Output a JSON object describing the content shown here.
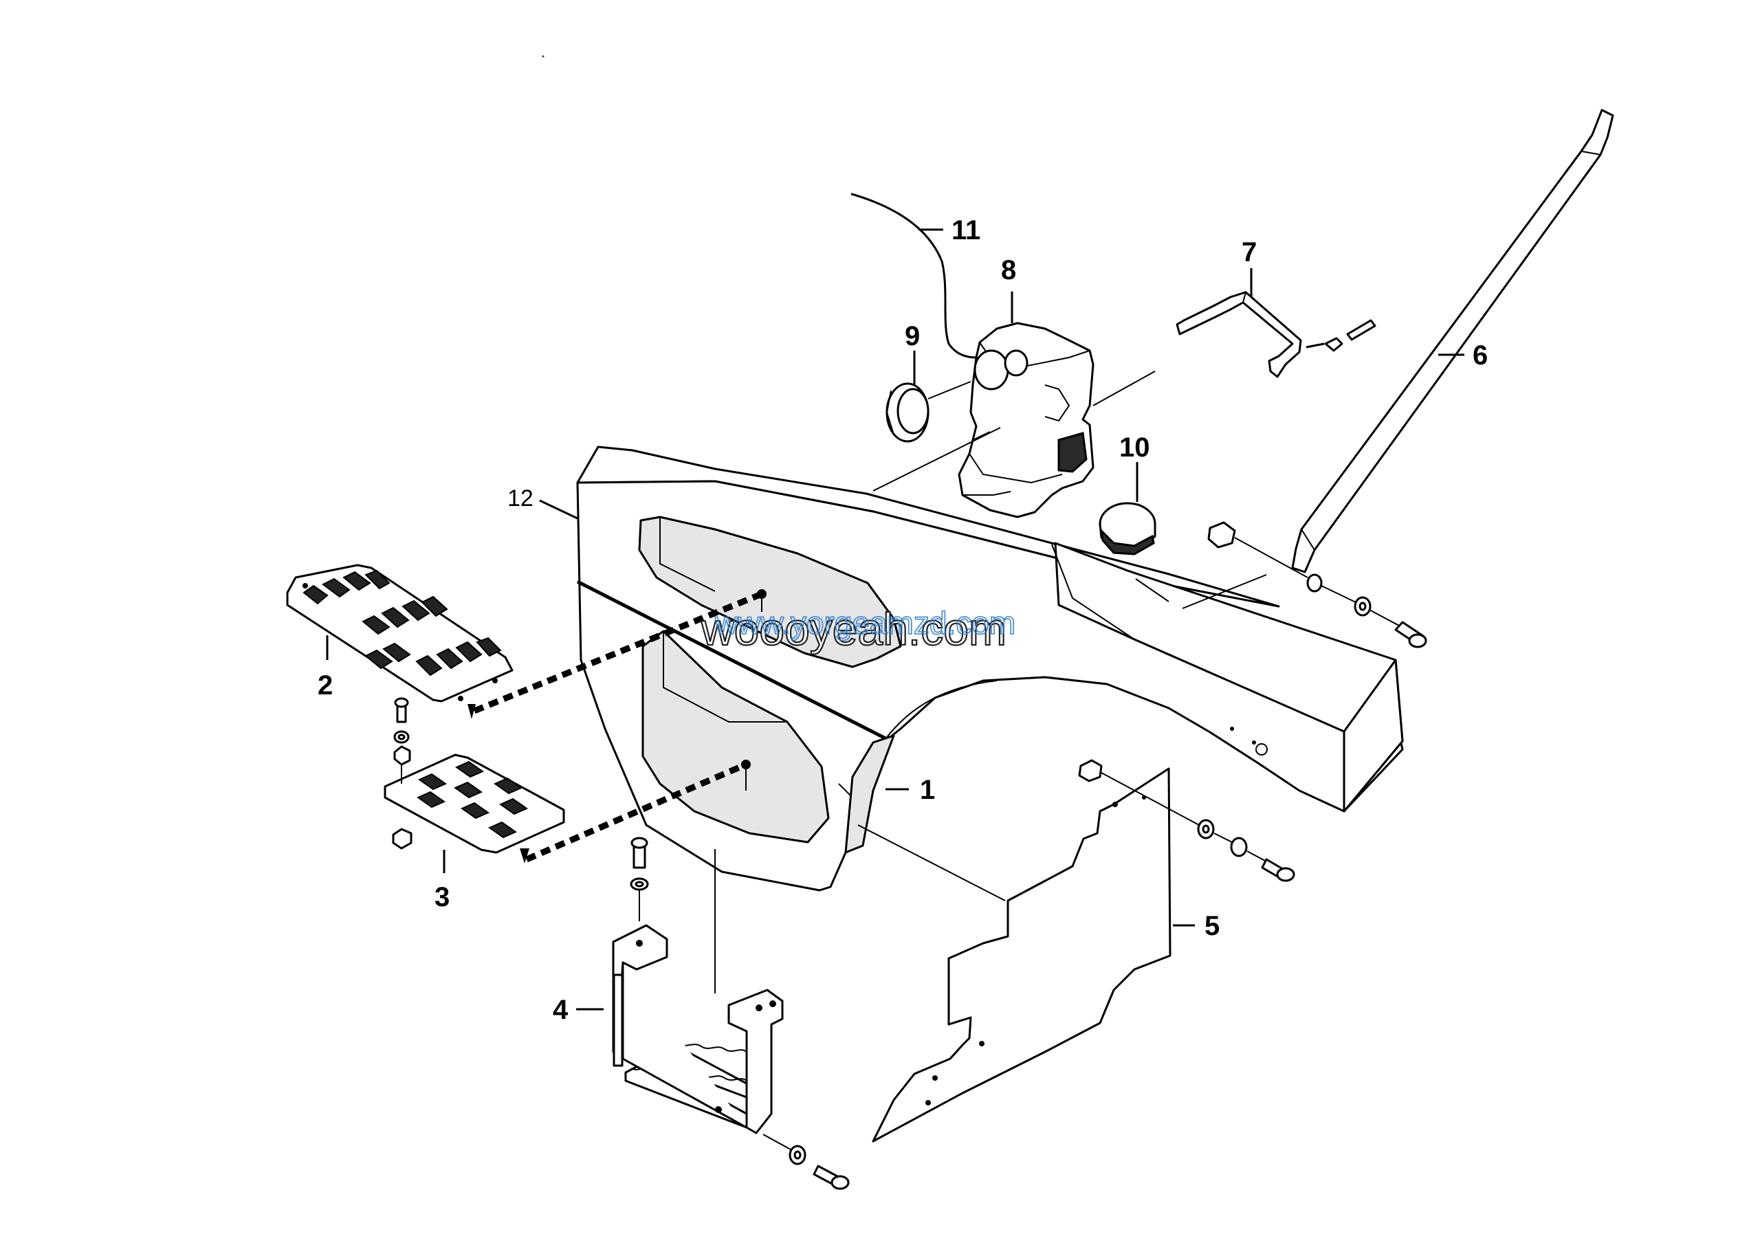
{
  "diagram": {
    "callouts": [
      {
        "id": "1",
        "label": "1"
      },
      {
        "id": "2",
        "label": "2"
      },
      {
        "id": "3",
        "label": "3"
      },
      {
        "id": "4",
        "label": "4"
      },
      {
        "id": "5",
        "label": "5"
      },
      {
        "id": "6",
        "label": "6"
      },
      {
        "id": "7",
        "label": "7"
      },
      {
        "id": "8",
        "label": "8"
      },
      {
        "id": "9",
        "label": "9"
      },
      {
        "id": "10",
        "label": "10"
      },
      {
        "id": "11",
        "label": "11"
      },
      {
        "id": "12",
        "label": "12"
      }
    ]
  },
  "watermark": {
    "text": "woooyeah.com",
    "overlay_text": "www.yorgeamzd.com"
  },
  "colors": {
    "line": "#000000",
    "background": "#ffffff",
    "watermark_overlay": "#2f7fd0"
  }
}
